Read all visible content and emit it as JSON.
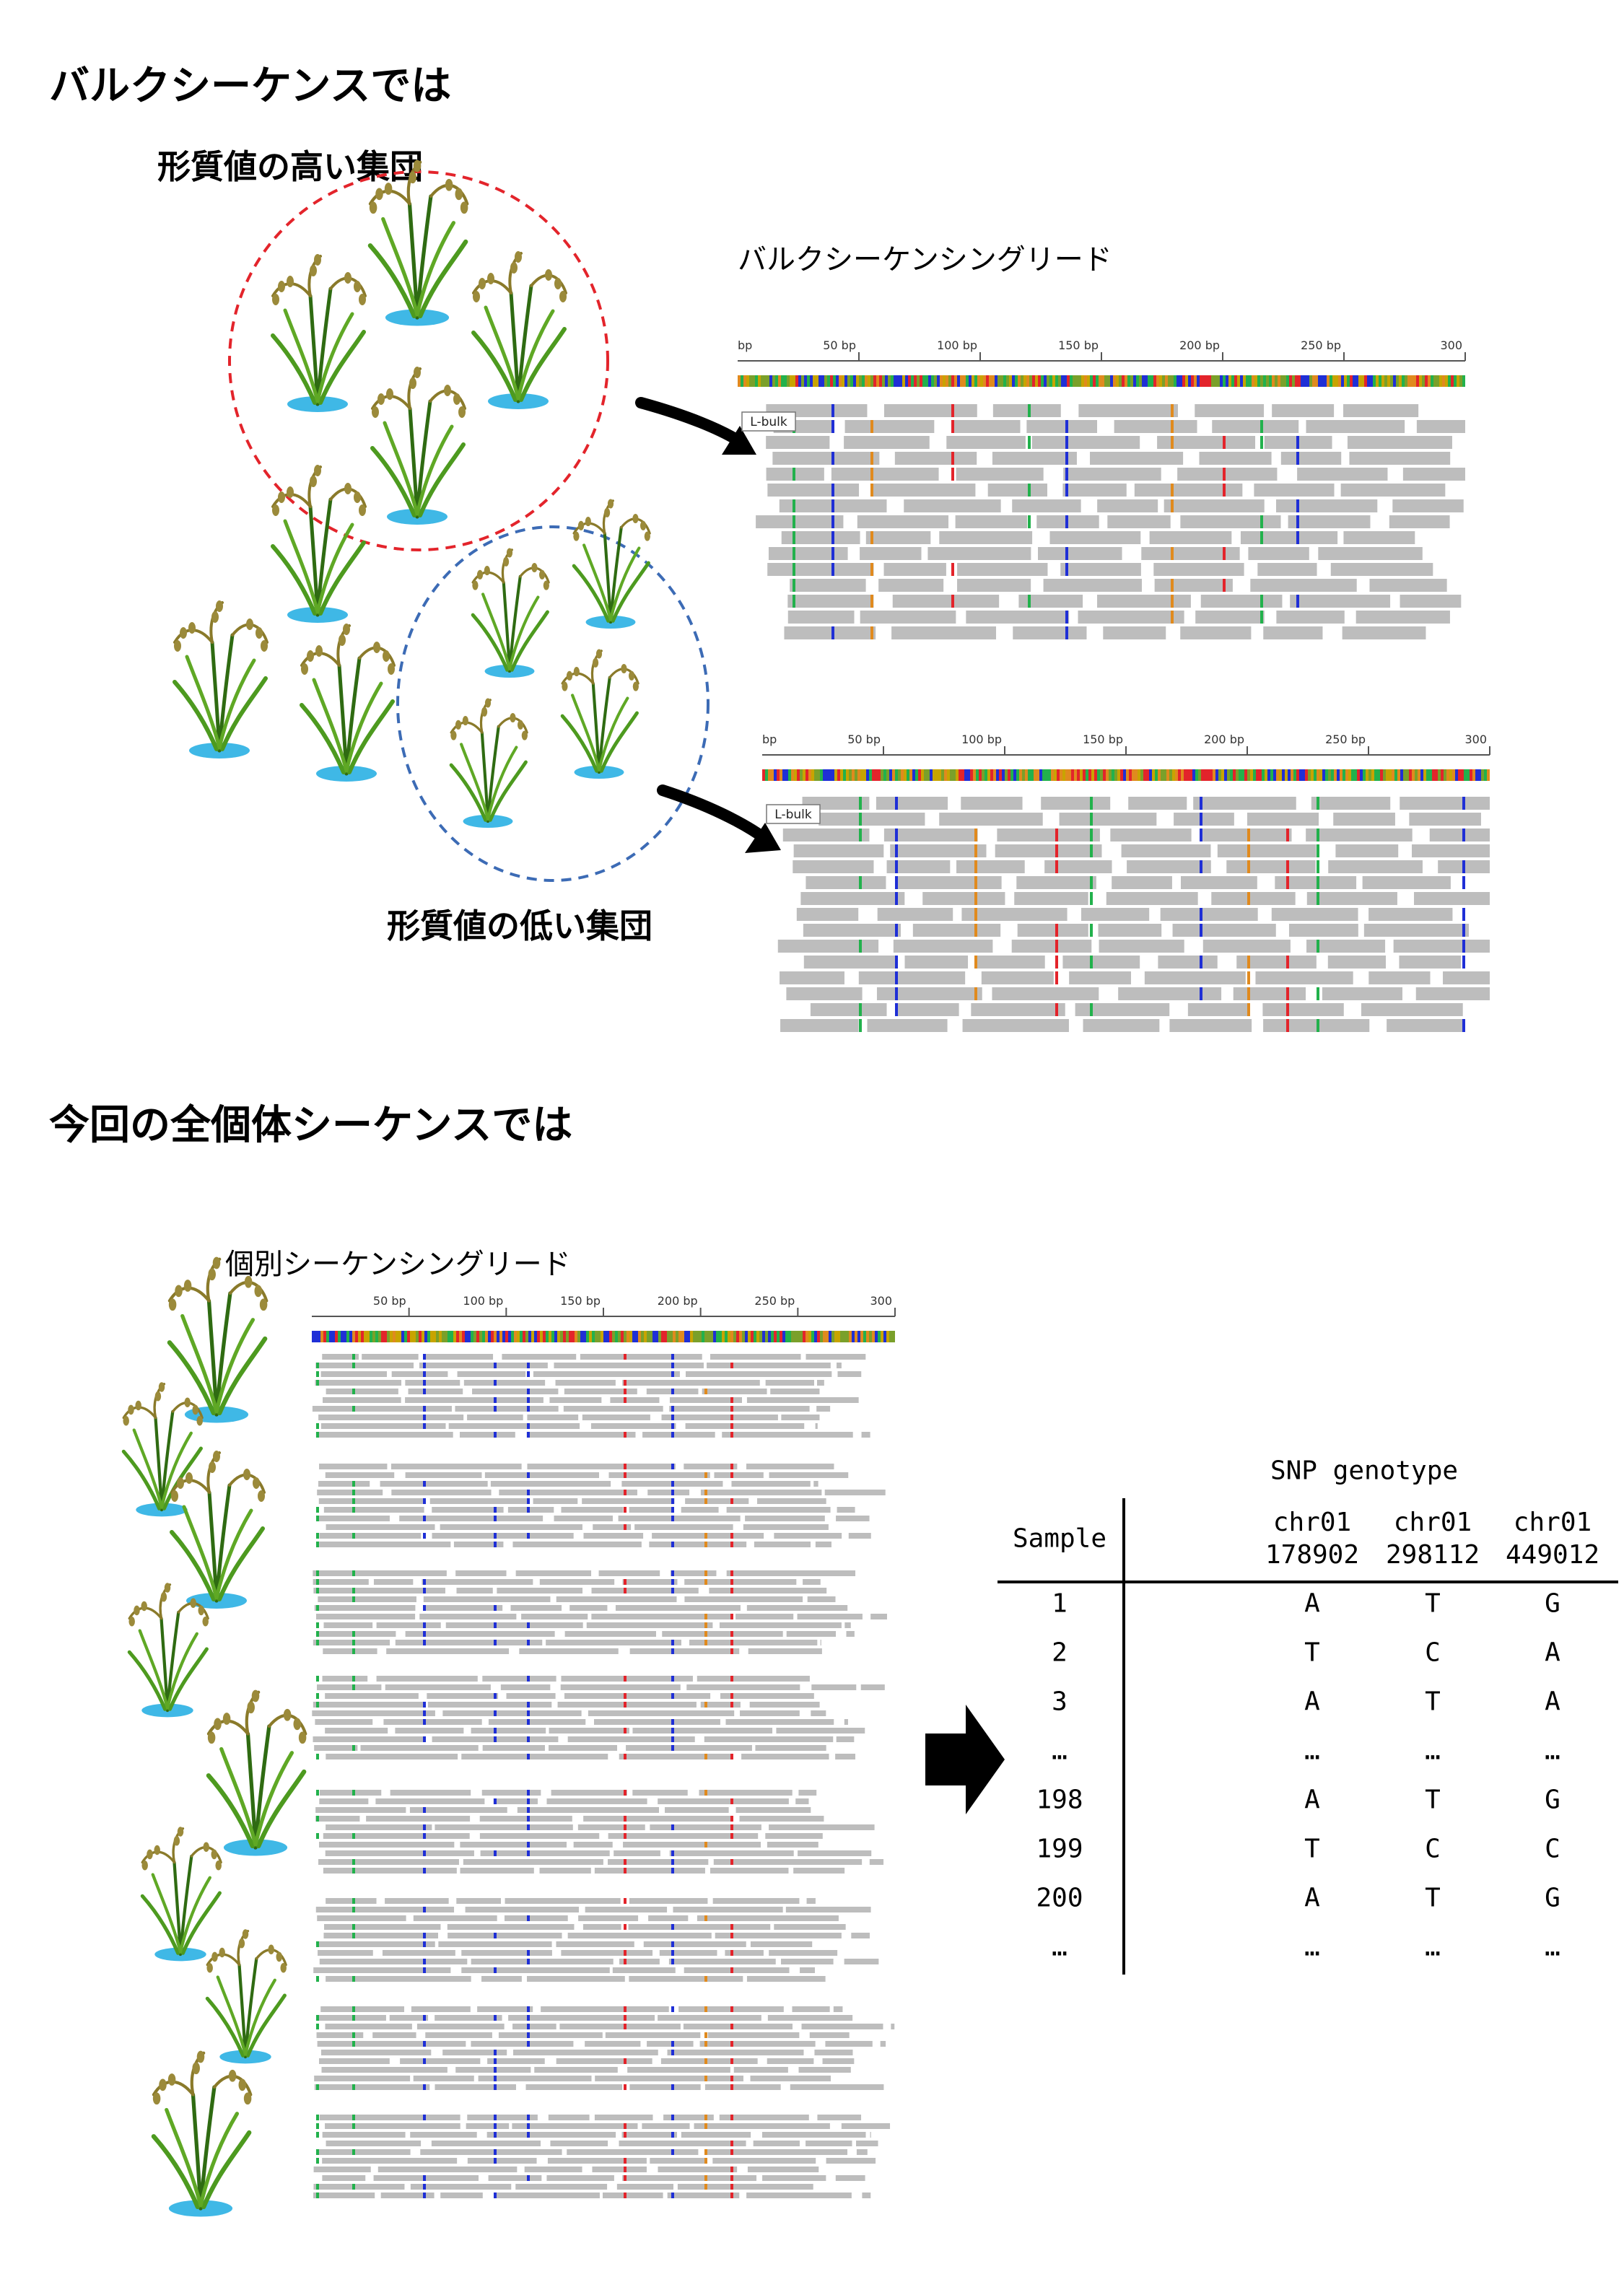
{
  "headings": {
    "bulk": "バルクシーケンスでは",
    "individual": "今回の全個体シーケンスでは"
  },
  "groups": {
    "high": "形質値の高い集団",
    "low": "形質値の低い集団"
  },
  "captions": {
    "bulk_reads": "バルクシーケンシングリード",
    "individual_reads": "個別シーケンシングリード"
  },
  "read_viewers": {
    "bulk_track_label": "L-bulk",
    "bulk_ruler_ticks": [
      "50 bp",
      "100 bp",
      "150 bp",
      "200 bp",
      "250 bp",
      "300"
    ],
    "bulk_ruler_first": "bp",
    "individual_ruler_ticks": [
      "50 bp",
      "100 bp",
      "150 bp",
      "200 bp",
      "250 bp",
      "300"
    ]
  },
  "snp_table": {
    "title": "SNP genotype",
    "header_sample": "Sample",
    "columns": [
      {
        "line1": "chr01",
        "line2": "178902"
      },
      {
        "line1": "chr01",
        "line2": "298112"
      },
      {
        "line1": "chr01",
        "line2": "449012"
      },
      {
        "line1": "…",
        "line2": ""
      }
    ],
    "rows": [
      {
        "sample": "1",
        "values": [
          "A",
          "T",
          "G",
          "…"
        ]
      },
      {
        "sample": "2",
        "values": [
          "T",
          "C",
          "A",
          "…"
        ]
      },
      {
        "sample": "3",
        "values": [
          "A",
          "T",
          "A",
          "…"
        ]
      },
      {
        "sample": "…",
        "values": [
          "…",
          "…",
          "…",
          "…"
        ]
      },
      {
        "sample": "198",
        "values": [
          "A",
          "T",
          "G",
          "…"
        ]
      },
      {
        "sample": "199",
        "values": [
          "T",
          "C",
          "C",
          "…"
        ]
      },
      {
        "sample": "200",
        "values": [
          "A",
          "T",
          "G",
          "…"
        ]
      },
      {
        "sample": "…",
        "values": [
          "…",
          "…",
          "…",
          "…"
        ]
      }
    ]
  },
  "colors": {
    "high_circle": "#e3242b",
    "low_circle": "#3c6bb5",
    "read_gray": "#bdbdbd",
    "snp_green": "#22b14c",
    "snp_blue": "#1f2fd6",
    "snp_orange": "#e08a1e",
    "snp_red": "#e3242b",
    "plant_dark": "#2f6b12",
    "plant_light": "#5fa825",
    "water": "#3fb8e6"
  }
}
